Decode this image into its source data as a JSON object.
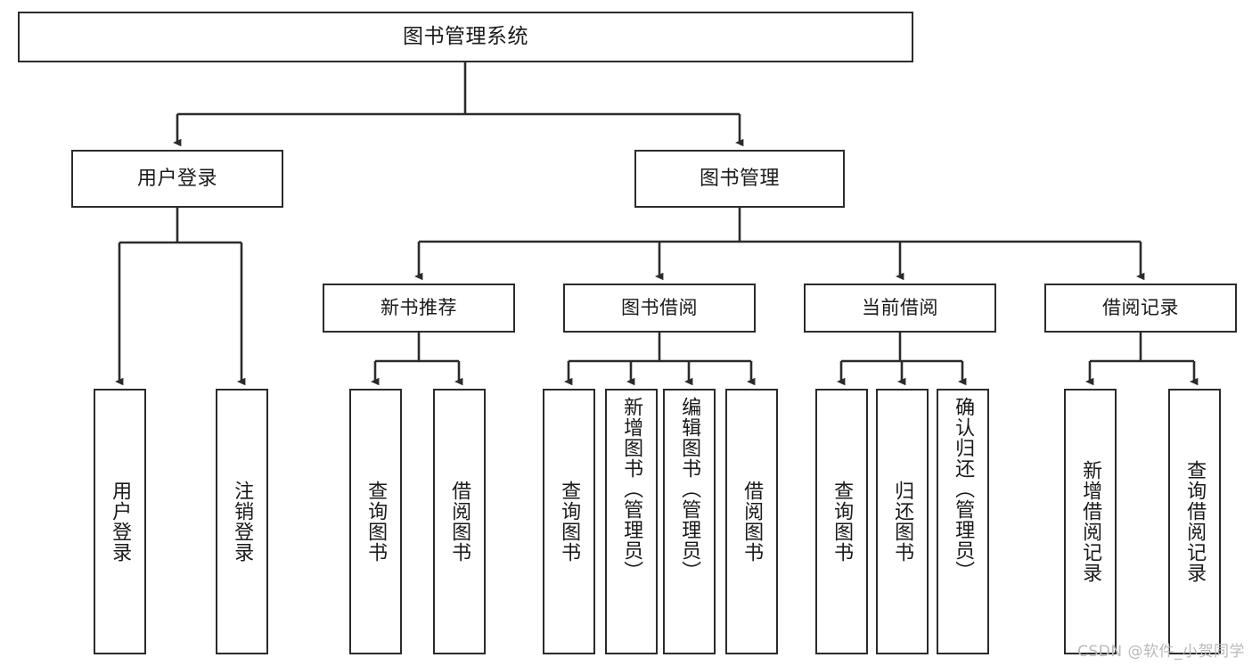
{
  "diagram": {
    "title_node": {
      "id": "root",
      "label": "图书管理系统"
    },
    "level2": [
      {
        "id": "user-login",
        "label": "用户登录"
      },
      {
        "id": "book-manage",
        "label": "图书管理"
      }
    ],
    "level3": [
      {
        "id": "new-book-recommend",
        "label": "新书推荐"
      },
      {
        "id": "book-borrow",
        "label": "图书借阅"
      },
      {
        "id": "current-borrow",
        "label": "当前借阅"
      },
      {
        "id": "borrow-record",
        "label": "借阅记录"
      }
    ],
    "leaves": {
      "user_login": [
        {
          "id": "leaf-user-login",
          "label": "用户登录"
        },
        {
          "id": "leaf-logout-login",
          "label": "注销登录"
        }
      ],
      "new_book_recommend": [
        {
          "id": "leaf-query-book-1",
          "label": "查询图书"
        },
        {
          "id": "leaf-borrow-book-1",
          "label": "借阅图书"
        }
      ],
      "book_borrow": [
        {
          "id": "leaf-query-book-2",
          "label": "查询图书"
        },
        {
          "id": "leaf-add-book",
          "label": "新增图书（管理员）"
        },
        {
          "id": "leaf-edit-book",
          "label": "编辑图书（管理员）"
        },
        {
          "id": "leaf-borrow-book-2",
          "label": "借阅图书"
        }
      ],
      "current_borrow": [
        {
          "id": "leaf-query-book-3",
          "label": "查询图书"
        },
        {
          "id": "leaf-return-book",
          "label": "归还图书"
        },
        {
          "id": "leaf-confirm-return",
          "label": "确认归还（管理员）"
        }
      ],
      "borrow_record": [
        {
          "id": "leaf-add-borrow-record",
          "label": "新增借阅记录"
        },
        {
          "id": "leaf-query-borrow-record",
          "label": "查询借阅记录"
        }
      ]
    },
    "watermark": "CSDN @软件_小贺同学",
    "colors": {
      "stroke": "#2b2b2b",
      "fill": "#ffffff",
      "text": "#1a1a1a",
      "watermark": "#b9b9b9"
    }
  }
}
